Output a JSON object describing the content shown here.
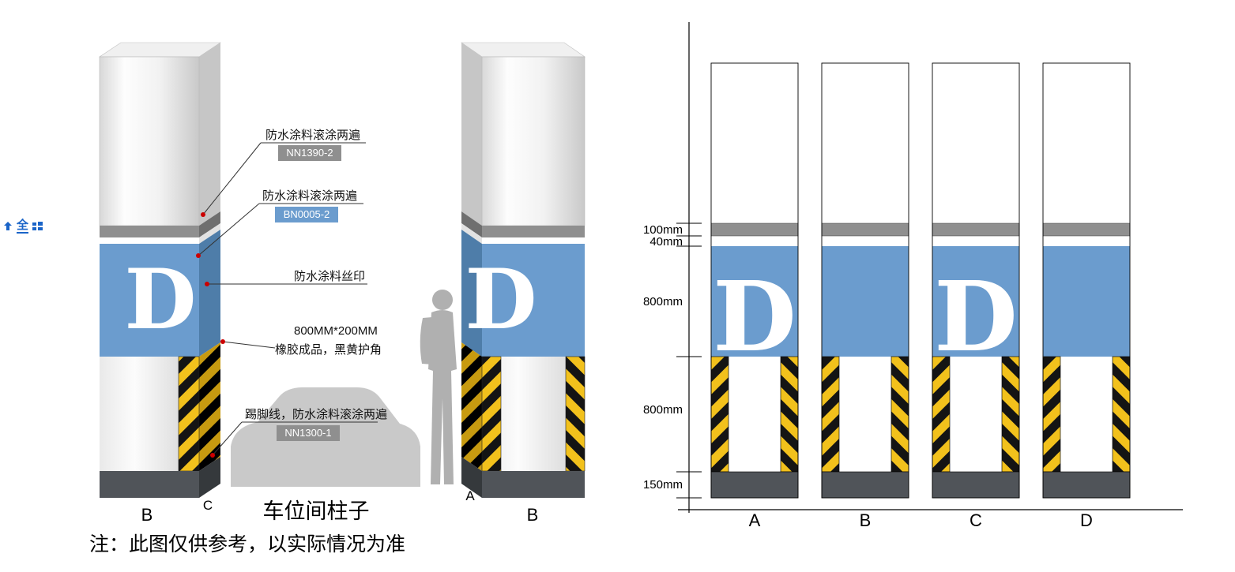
{
  "toolbar": {
    "fullscreen_label": "全"
  },
  "left": {
    "title": "车位间柱子",
    "note": "注：此图仅供参考，以实际情况为准",
    "letter": "D",
    "col1": {
      "front_label": "B",
      "side_label": "C"
    },
    "col2": {
      "side_label": "A",
      "front_label": "B"
    },
    "annotations": {
      "coat_top": {
        "label": "防水涂料滚涂两遍",
        "code": "NN1390-2"
      },
      "coat_blue": {
        "label": "防水涂料滚涂两遍",
        "code": "BN0005-2"
      },
      "silkscreen": {
        "label": "防水涂料丝印"
      },
      "corner_guard": {
        "line1": "800MM*200MM",
        "line2": "橡胶成品，黑黄护角"
      },
      "skirting": {
        "label": "踢脚线，防水涂料滚涂两遍",
        "code": "NN1300-1"
      }
    }
  },
  "elevation": {
    "dims": [
      "100mm",
      "40mm",
      "800mm",
      "800mm",
      "150mm"
    ],
    "columns": [
      {
        "label": "A",
        "letter": "D"
      },
      {
        "label": "B",
        "letter": ""
      },
      {
        "label": "C",
        "letter": "D"
      },
      {
        "label": "D",
        "letter": ""
      }
    ]
  },
  "colors": {
    "blue": "#6b9cce",
    "gray_band": "#8f8f8f",
    "base": "#505459",
    "hazard_yellow": "#f2c11c",
    "hazard_black": "#141414",
    "tag_gray": "#8f8f8f",
    "tag_blue": "#6b9cce",
    "red_dot": "#cc0000",
    "car": "#c9c9c9",
    "person": "#b0b0b0",
    "accent_blue": "#1a64c8"
  }
}
